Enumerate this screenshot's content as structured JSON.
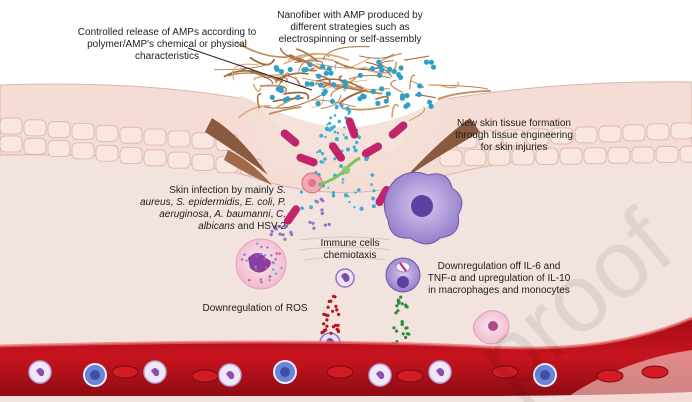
{
  "labels": {
    "controlled_release": "Controlled release of AMPs according to polymer/AMP's chemical or physical characteristics",
    "nanofiber": "Nanofiber with AMP produced by different strategies such as electrospinning or self-assembly",
    "new_skin": "New skin tissue formation through tissue engineering for skin injuries",
    "infection": {
      "prefix": "Skin infection by mainly ",
      "s_aureus": "S. aureus",
      "sep1": ", ",
      "s_epidermidis": "S. epidermidis",
      "sep2": ", ",
      "e_coli": "E. coli",
      "sep3": ", ",
      "p_aeruginosa": "P. aeruginosa",
      "sep4": ", ",
      "a_baumanni": "A. baumanni",
      "sep5": ", ",
      "c_albicans": "C. albicans",
      "suffix": " and HSV-2"
    },
    "immune": "Immune cells chemiotaxis",
    "ros": "Downregulation of ROS",
    "cytokines": "Downregulation off IL-6 and TNF-α and upregulation of IL-10 in macrophages and monocytes"
  },
  "watermark": "proof",
  "colors": {
    "skin_pink": "#f6ddd5",
    "dermis": "#f3e4df",
    "fiber_brown": "#c58e5c",
    "amp_blue": "#2f9fc9",
    "vessel_red": "#b8131c",
    "bacteria_magenta": "#c2246a",
    "macrophage_purple": "#8c74c2"
  }
}
